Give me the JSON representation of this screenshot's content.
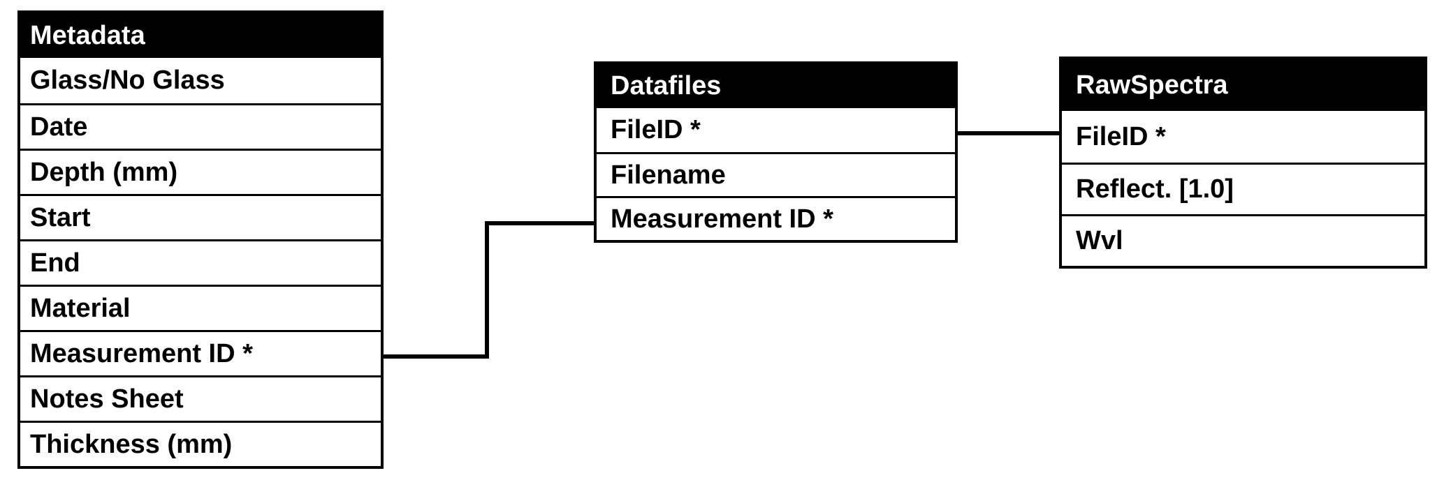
{
  "tables": {
    "metadata": {
      "title": "Metadata",
      "rows": [
        "Glass/No Glass",
        "Date",
        "Depth (mm)",
        "Start",
        "End",
        "Material",
        "Measurement ID *",
        "Notes Sheet",
        "Thickness (mm)"
      ]
    },
    "datafiles": {
      "title": "Datafiles",
      "rows": [
        "FileID *",
        "Filename",
        "Measurement ID *"
      ]
    },
    "rawspectra": {
      "title": "RawSpectra",
      "rows": [
        "FileID *",
        "Reflect. [1.0]",
        "Wvl"
      ]
    }
  },
  "relationships": [
    {
      "from_table": "Metadata",
      "from_field": "Measurement ID *",
      "to_table": "Datafiles",
      "to_field": "Measurement ID *"
    },
    {
      "from_table": "Datafiles",
      "from_field": "FileID *",
      "to_table": "RawSpectra",
      "to_field": "FileID *"
    }
  ],
  "colors": {
    "header_bg": "#000000",
    "header_text": "#ffffff",
    "border": "#000000",
    "cell_bg": "#ffffff",
    "cell_text": "#000000",
    "background": "#ffffff"
  }
}
